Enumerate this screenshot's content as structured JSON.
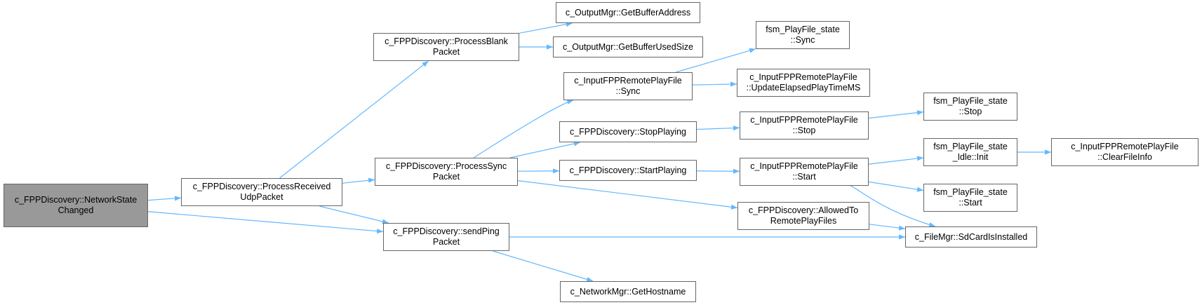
{
  "colors": {
    "edge": "#63b8ff",
    "border": "#666666",
    "root_fill": "#999999",
    "node_fill": "#ffffff"
  },
  "nodes": [
    {
      "id": "n0",
      "lines": [
        "c_FPPDiscovery::NetworkState",
        "Changed"
      ],
      "root": true
    },
    {
      "id": "n1",
      "lines": [
        "c_FPPDiscovery::ProcessReceived",
        "UdpPacket"
      ]
    },
    {
      "id": "n2",
      "lines": [
        "c_FPPDiscovery::ProcessBlank",
        "Packet"
      ]
    },
    {
      "id": "n3",
      "lines": [
        "c_FPPDiscovery::ProcessSync",
        "Packet"
      ]
    },
    {
      "id": "n4",
      "lines": [
        "c_FPPDiscovery::sendPing",
        "Packet"
      ]
    },
    {
      "id": "n5",
      "lines": [
        "c_OutputMgr::GetBufferAddress"
      ]
    },
    {
      "id": "n6",
      "lines": [
        "c_OutputMgr::GetBufferUsedSize"
      ]
    },
    {
      "id": "n7",
      "lines": [
        "c_InputFPPRemotePlayFile",
        "::Sync"
      ]
    },
    {
      "id": "n8",
      "lines": [
        "c_FPPDiscovery::StopPlaying"
      ]
    },
    {
      "id": "n9",
      "lines": [
        "c_FPPDiscovery::StartPlaying"
      ]
    },
    {
      "id": "n10",
      "lines": [
        "c_FPPDiscovery::AllowedTo",
        "RemotePlayFiles"
      ]
    },
    {
      "id": "n11",
      "lines": [
        "c_NetworkMgr::GetHostname"
      ]
    },
    {
      "id": "n12",
      "lines": [
        "fsm_PlayFile_state",
        "::Sync"
      ]
    },
    {
      "id": "n13",
      "lines": [
        "c_InputFPPRemotePlayFile",
        "::UpdateElapsedPlayTimeMS"
      ]
    },
    {
      "id": "n14",
      "lines": [
        "c_InputFPPRemotePlayFile",
        "::Stop"
      ]
    },
    {
      "id": "n15",
      "lines": [
        "c_InputFPPRemotePlayFile",
        "::Start"
      ]
    },
    {
      "id": "n16",
      "lines": [
        "c_FileMgr::SdCardIsInstalled"
      ]
    },
    {
      "id": "n17",
      "lines": [
        "fsm_PlayFile_state",
        "::Stop"
      ]
    },
    {
      "id": "n18",
      "lines": [
        "fsm_PlayFile_state",
        "_Idle::Init"
      ]
    },
    {
      "id": "n19",
      "lines": [
        "fsm_PlayFile_state",
        "::Start"
      ]
    },
    {
      "id": "n20",
      "lines": [
        "c_InputFPPRemotePlayFile",
        "::ClearFileInfo"
      ]
    }
  ],
  "edges": [
    [
      "n0",
      "n1"
    ],
    [
      "n0",
      "n4"
    ],
    [
      "n1",
      "n2"
    ],
    [
      "n1",
      "n3"
    ],
    [
      "n1",
      "n4"
    ],
    [
      "n2",
      "n5"
    ],
    [
      "n2",
      "n6"
    ],
    [
      "n3",
      "n7"
    ],
    [
      "n3",
      "n8"
    ],
    [
      "n3",
      "n9"
    ],
    [
      "n3",
      "n10"
    ],
    [
      "n4",
      "n16"
    ],
    [
      "n4",
      "n11"
    ],
    [
      "n7",
      "n12"
    ],
    [
      "n7",
      "n13"
    ],
    [
      "n8",
      "n14"
    ],
    [
      "n9",
      "n15"
    ],
    [
      "n10",
      "n16"
    ],
    [
      "n14",
      "n17"
    ],
    [
      "n15",
      "n18"
    ],
    [
      "n15",
      "n19"
    ],
    [
      "n15",
      "n16"
    ],
    [
      "n18",
      "n20"
    ]
  ]
}
